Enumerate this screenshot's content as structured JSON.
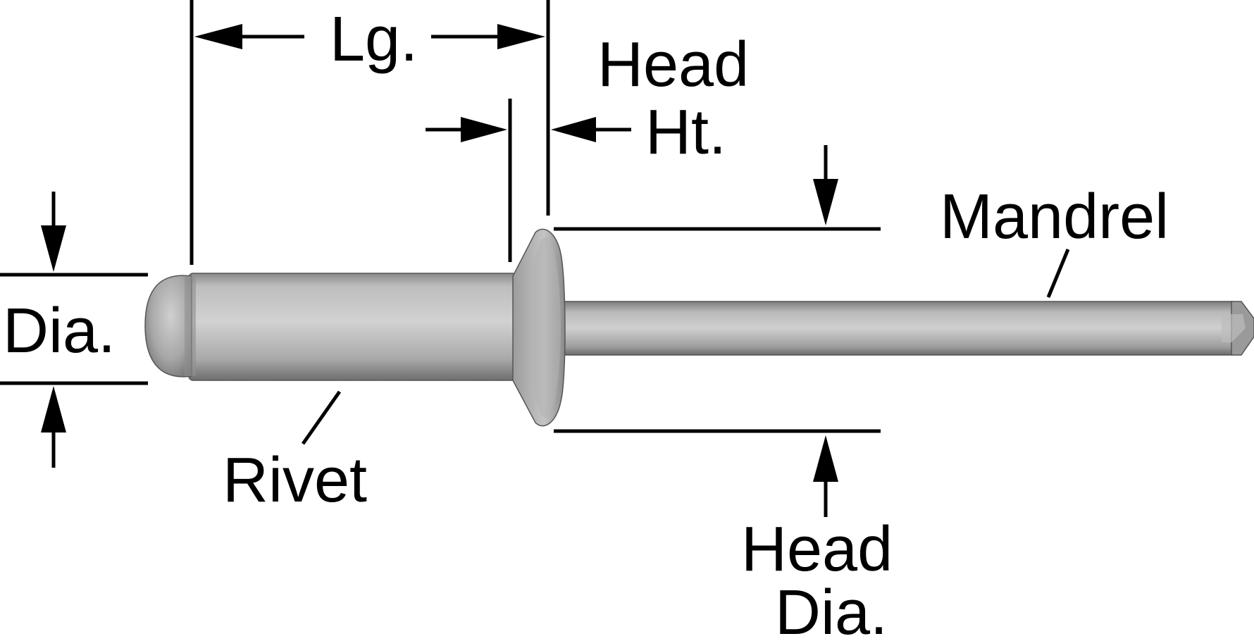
{
  "labels": {
    "length": "Lg.",
    "head_height_line1": "Head",
    "head_height_line2": "Ht.",
    "mandrel": "Mandrel",
    "diameter": "Dia.",
    "rivet": "Rivet",
    "head_diameter_line1": "Head",
    "head_diameter_line2": "Dia."
  },
  "colors": {
    "ink": "#000000",
    "metal_light": "#c9c9c9",
    "metal_mid": "#a3a3a3",
    "metal_dark": "#6f6f6f",
    "background": "#ffffff"
  }
}
